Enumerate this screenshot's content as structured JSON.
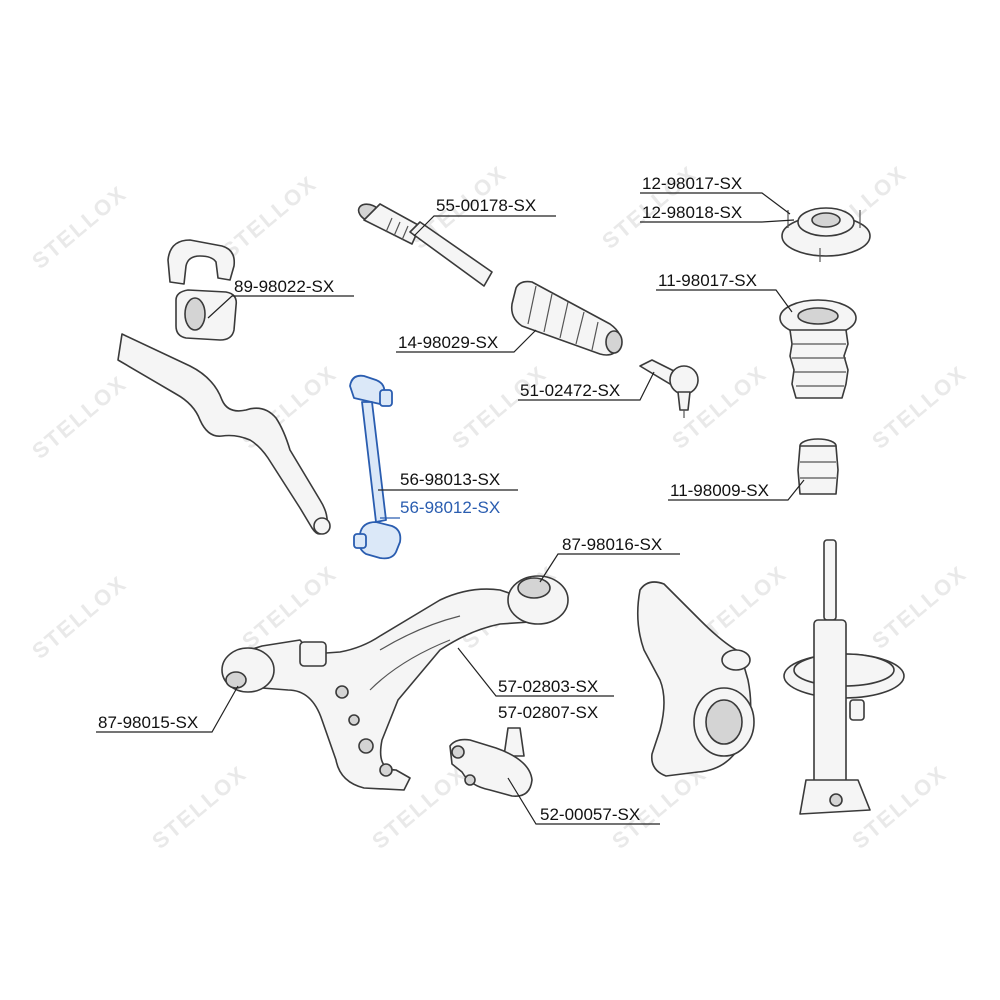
{
  "watermark": "STELLOX",
  "colors": {
    "highlight": "#2a5db0",
    "line": "#222222",
    "part_fill": "#f5f5f5"
  },
  "labels": [
    {
      "id": "l1",
      "text": "55-00178-SX",
      "highlight": false
    },
    {
      "id": "l2",
      "text": "12-98017-SX",
      "highlight": false
    },
    {
      "id": "l3",
      "text": "12-98018-SX",
      "highlight": false
    },
    {
      "id": "l4",
      "text": "89-98022-SX",
      "highlight": false
    },
    {
      "id": "l5",
      "text": "11-98017-SX",
      "highlight": false
    },
    {
      "id": "l6",
      "text": "14-98029-SX",
      "highlight": false
    },
    {
      "id": "l7",
      "text": "51-02472-SX",
      "highlight": false
    },
    {
      "id": "l8",
      "text": "56-98013-SX",
      "highlight": false
    },
    {
      "id": "l9",
      "text": "56-98012-SX",
      "highlight": true
    },
    {
      "id": "l10",
      "text": "11-98009-SX",
      "highlight": false
    },
    {
      "id": "l11",
      "text": "87-98016-SX",
      "highlight": false
    },
    {
      "id": "l12",
      "text": "57-02803-SX",
      "highlight": false
    },
    {
      "id": "l13",
      "text": "57-02807-SX",
      "highlight": false
    },
    {
      "id": "l14",
      "text": "87-98015-SX",
      "highlight": false
    },
    {
      "id": "l15",
      "text": "52-00057-SX",
      "highlight": false
    }
  ]
}
